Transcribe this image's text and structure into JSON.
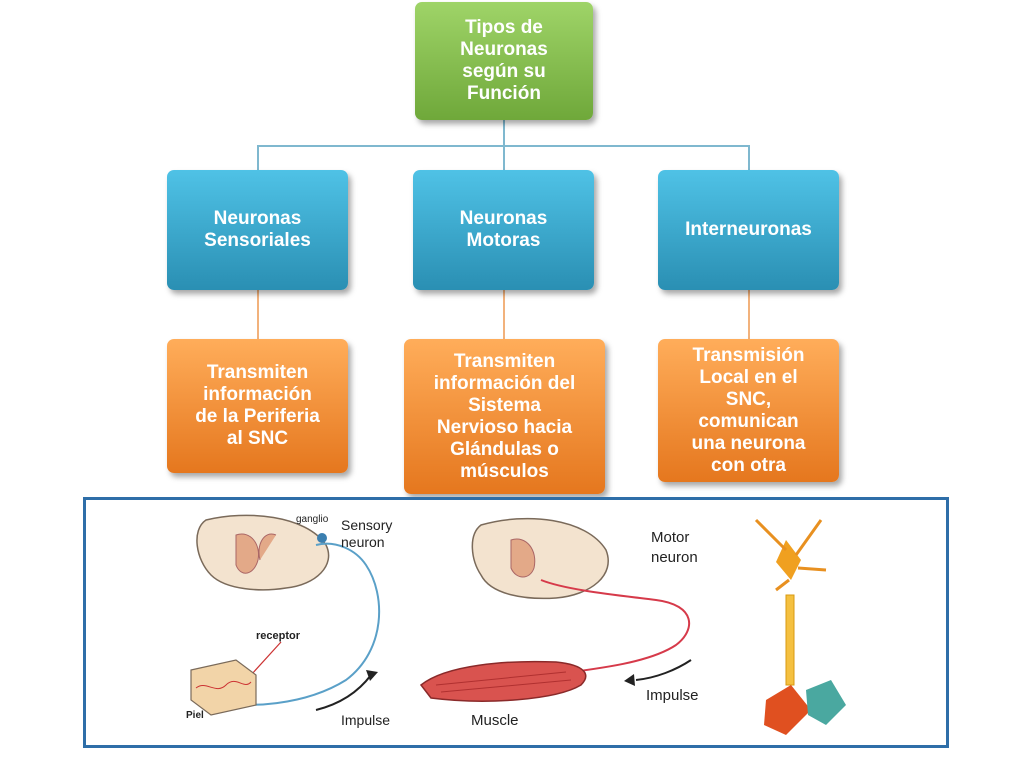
{
  "root": {
    "label": "Tipos de\nNeuronas\nsegún su\nFunción"
  },
  "categories": [
    {
      "label": "Neuronas\nSensoriales",
      "description": "Transmiten\ninformación\nde la Periferia\nal SNC"
    },
    {
      "label": "Neuronas\nMotoras",
      "description": "Transmiten\ninformación del\nSistema\nNervioso hacia\nGlándulas o\nmúsculos"
    },
    {
      "label": "Interneuronas",
      "description": "Transmisión\nLocal en el\nSNC,\ncomunican\nuna neurona\ncon otra"
    }
  ],
  "illustration": {
    "sensory": {
      "ganglio": "ganglio",
      "neuron_label_1": "Sensory",
      "neuron_label_2": "neuron",
      "receptor": "receptor",
      "piel": "Piel",
      "impulse": "Impulse"
    },
    "motor": {
      "neuron_label_1": "Motor",
      "neuron_label_2": "neuron",
      "muscle": "Muscle",
      "impulse": "Impulse"
    }
  },
  "colors": {
    "root": "#7cb342",
    "category": "#31a6cf",
    "description": "#f08a2c",
    "panel_border": "#2e6ea8"
  }
}
